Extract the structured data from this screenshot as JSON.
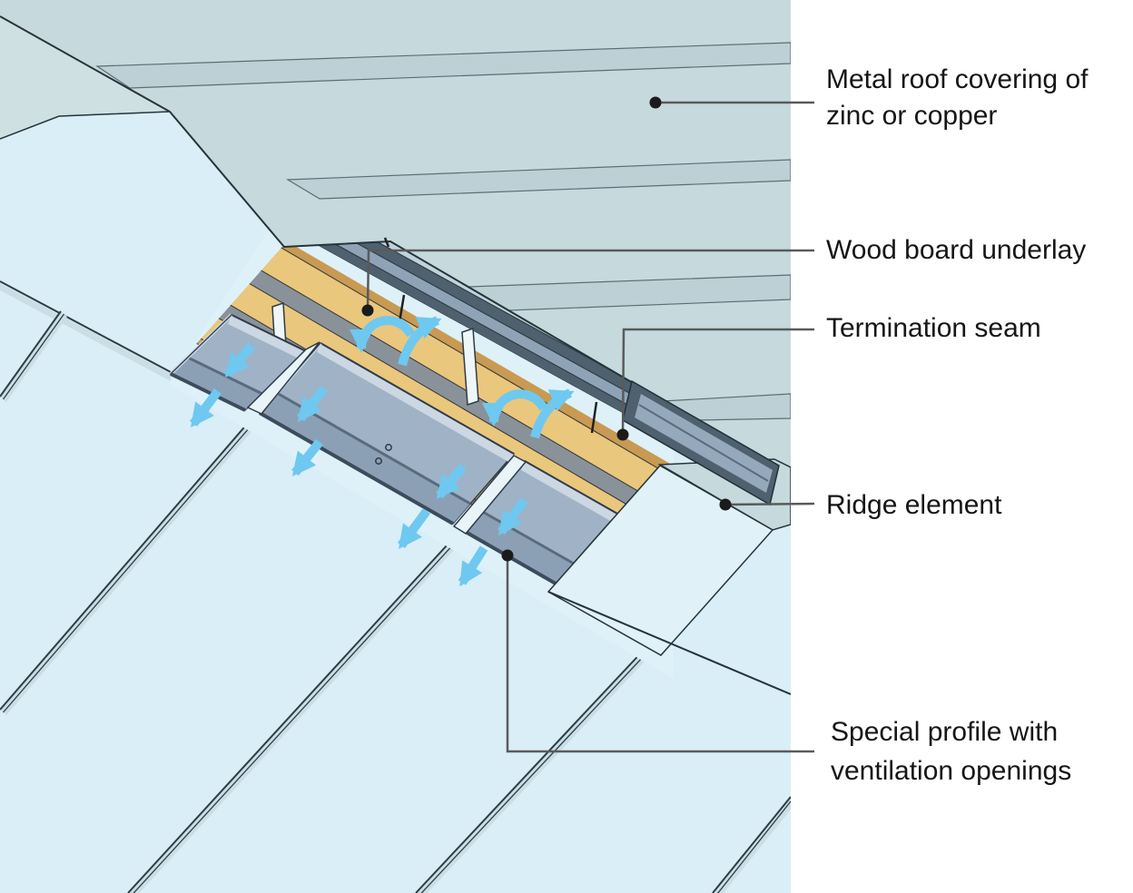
{
  "annotations": {
    "metal_roof": {
      "line1": "Metal roof covering of",
      "line2": "zinc or copper"
    },
    "wood_board": {
      "label": "Wood board underlay"
    },
    "termination_seam": {
      "label": "Termination seam"
    },
    "ridge_element": {
      "label": "Ridge element"
    },
    "special_profile": {
      "line1": "Special profile with",
      "line2": "ventilation openings"
    }
  },
  "palette": {
    "page_background": "#ffffff",
    "upper_roof": "#c6d9dd",
    "upper_roof_seam_strip": "#bcd0d6",
    "lower_roof": "#d9eef6",
    "panel_seam_band": "#c9dee5",
    "wood_board_tan": "#e9c77d",
    "wood_board_edge": "#c89a52",
    "batten_gray": "#8a9299",
    "termination_dark": "#4f606e",
    "termination_mid": "#8ea3b6",
    "profile_face": "#a0b2c6",
    "profile_flange": "#cbd7e3",
    "profile_shadow": "#8ca0b5",
    "ridge_element_top": "#c6d9dd",
    "ridge_element_front": "#e0f1f7",
    "airflow_arrow": "#6fc8f0",
    "leader_line": "#5a5a5a",
    "leader_dot": "#1b1b1b",
    "outline": "#27333a",
    "label_text": "#161616"
  }
}
